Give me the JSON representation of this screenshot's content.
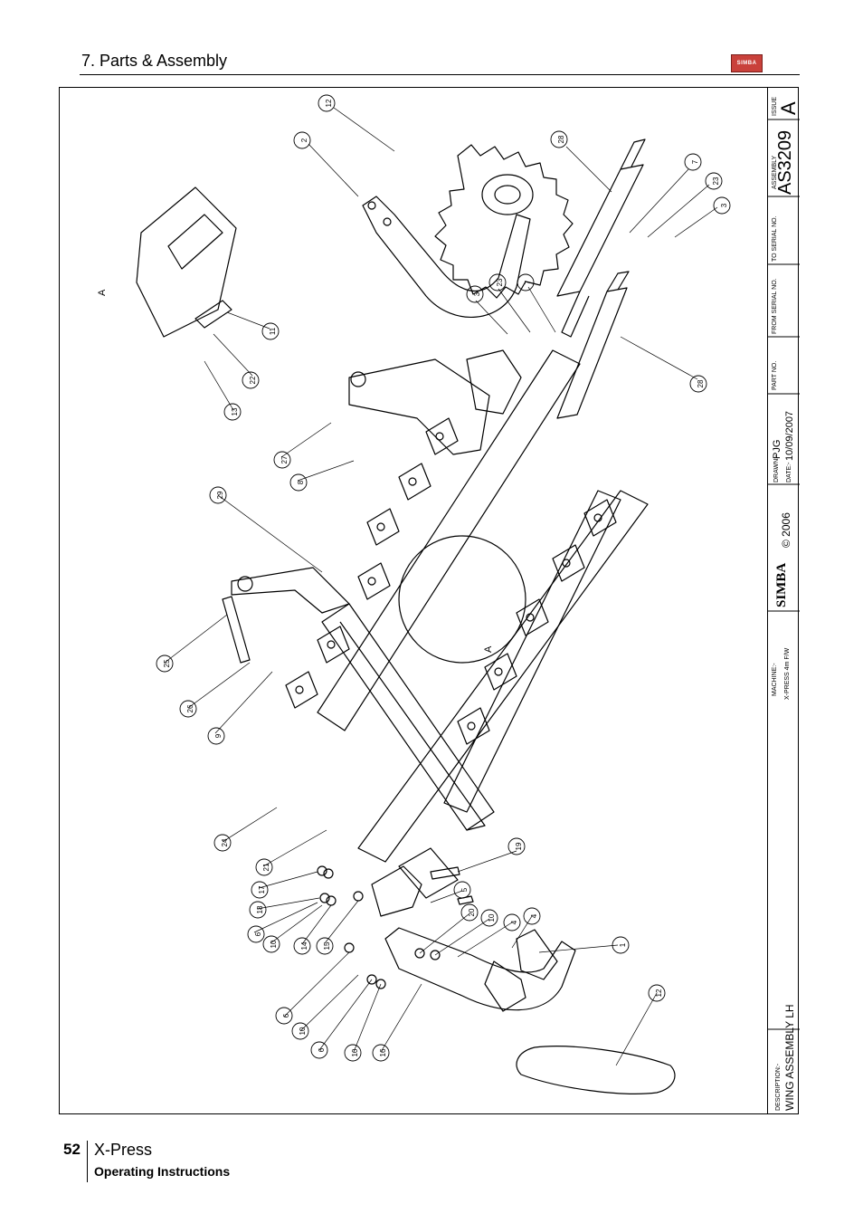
{
  "header": {
    "title": "7. Parts & Assembly",
    "logo_text": "SIMBA"
  },
  "footer": {
    "page_number": "52",
    "product": "X-Press",
    "subtitle": "Operating Instructions"
  },
  "title_block": {
    "issue_label": "ISSUE",
    "issue_value": "A",
    "assembly_label": "ASSEMBLY",
    "assembly_value": "AS3209",
    "to_serial_label": "TO SERIAL NO.",
    "from_serial_label": "FROM SERIAL NO.",
    "part_no_label": "PART NO.",
    "drawn_label": "DRAWN:-",
    "drawn_value": "PJG",
    "date_label": "DATE:-",
    "date_value": "10/09/2007",
    "copyright": "© 2006",
    "brand": "SIMBA",
    "machine_label": "MACHINE:-",
    "machine_value": "X-PRESS 4m F/W",
    "description_label": "DESCRIPTION:-",
    "description_value": "WING ASSEMBLY LH"
  },
  "drawing": {
    "detail_label_1": "A",
    "detail_label_2": "A",
    "balloons": [
      "12",
      "2",
      "28",
      "7",
      "23",
      "3",
      "3",
      "23",
      "7",
      "28",
      "11",
      "22",
      "13",
      "27",
      "8",
      "29",
      "25",
      "26",
      "9",
      "24",
      "21",
      "17",
      "18",
      "6",
      "10",
      "14",
      "15",
      "19",
      "5",
      "20",
      "10",
      "4",
      "4",
      "1",
      "6",
      "10",
      "6",
      "10",
      "16",
      "12"
    ]
  },
  "colors": {
    "logo_red": "#c9413b",
    "line": "#000000"
  }
}
